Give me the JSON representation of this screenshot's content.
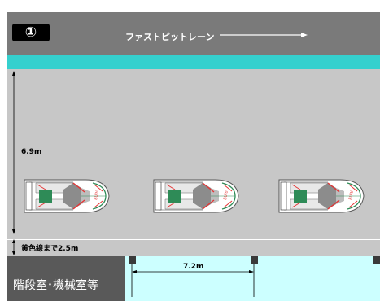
{
  "badge": "①",
  "lane": {
    "label": "ファストピットレーン"
  },
  "dimensions": {
    "depth": "6.9m",
    "to_yellow_line": "黄色線まで2.5m",
    "spacing": "7.2m"
  },
  "room": {
    "label": "階段室･機械室等"
  },
  "cars": [
    {
      "id": "car-1",
      "text": "EUlti"
    },
    {
      "id": "car-2",
      "text": "EUlti"
    },
    {
      "id": "car-3",
      "text": "EUlti"
    }
  ],
  "colors": {
    "lane_gray": "#7a7a7a",
    "teal_stripe": "#35d0ce",
    "pit_gray": "#c7c7c7",
    "dark_block": "#595959",
    "cyan_area": "#ccffff",
    "car_body": "#ffffff",
    "car_cockpit": "#2e8b57",
    "accent_red": "#e53333"
  }
}
